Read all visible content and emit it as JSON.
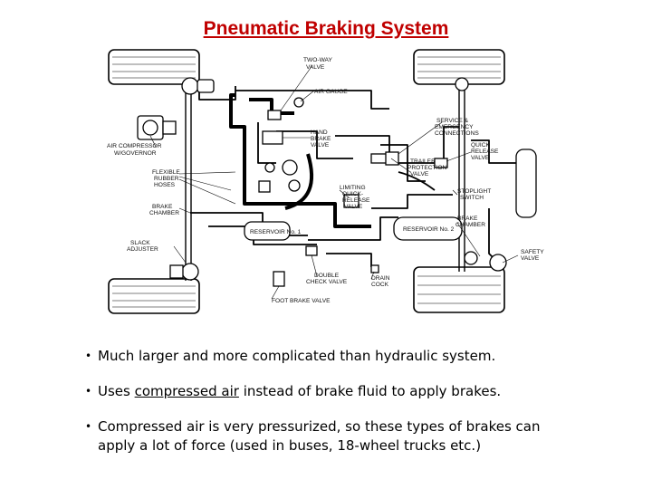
{
  "title": "Pneumatic Braking System",
  "diagram": {
    "labels": {
      "two_way_valve_1": "TWO-WAY",
      "two_way_valve_2": "VALVE",
      "air_gauge": "AIR GAUGE",
      "air_compressor_1": "AIR COMPRESSOR",
      "air_compressor_2": "W/GOVERNOR",
      "hand_brake_1": "HAND",
      "hand_brake_2": "BRAKE",
      "hand_brake_3": "VALVE",
      "service_1": "SERVICE &",
      "service_2": "EMERGENCY",
      "service_3": "CONNECTIONS",
      "quick_release_1": "QUICK",
      "quick_release_2": "RELEASE",
      "quick_release_3": "VALVE",
      "trailer_1": "TRAILER",
      "trailer_2": "PROTECTION",
      "trailer_3": "VALVE",
      "flexible_1": "FLEXIBLE",
      "flexible_2": "RUBBER",
      "flexible_3": "HOSES",
      "limiting_1": "LIMITING",
      "limiting_2": "QUICK-",
      "limiting_3": "RELEASE",
      "limiting_4": "VALVE",
      "stoplight_1": "STOPLIGHT",
      "stoplight_2": "SWITCH",
      "brake_chamber_left_1": "BRAKE",
      "brake_chamber_left_2": "CHAMBER",
      "brake_chamber_right_1": "BRAKE",
      "brake_chamber_right_2": "CHAMBER",
      "slack_1": "SLACK",
      "slack_2": "ADJUSTER",
      "reservoir": "RESERVOIR No. 2",
      "safety_1": "SAFETY",
      "safety_2": "VALVE",
      "double_check_1": "DOUBLE",
      "double_check_2": "CHECK VALVE",
      "drain_1": "DRAIN",
      "drain_2": "COCK",
      "foot_brake": "FOOT BRAKE VALVE",
      "reservoir_1": "RESERVOIR No. 1"
    }
  },
  "bullets": {
    "b1": "Much larger and more complicated than hydraulic system.",
    "b2_pre": "Uses ",
    "b2_u": "compressed air",
    "b2_post": " instead of brake fluid to apply brakes.",
    "b3_l1": "Compressed air is very pressurized, so these types of brakes can",
    "b3_l2": "apply a lot of force (used in buses, 18-wheel trucks etc.)",
    "marker": "•"
  }
}
